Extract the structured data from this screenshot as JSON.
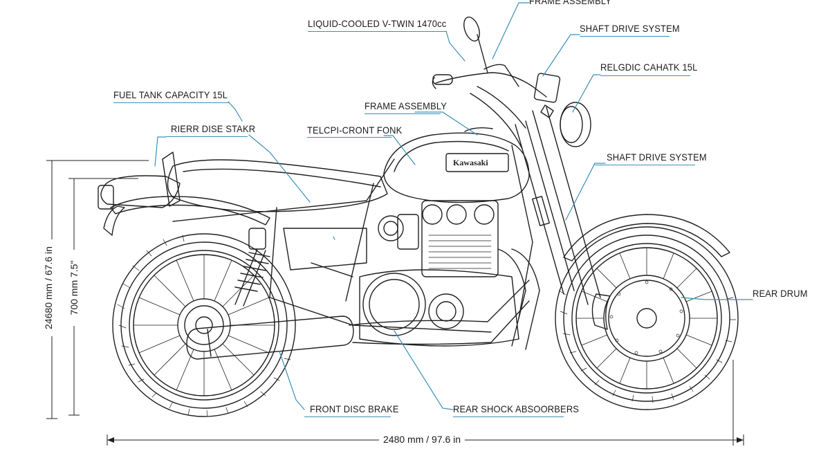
{
  "labels": {
    "frame_assembly_top": "FRAME ASSEMBLY",
    "engine": "LIQUID-COOLED V-TWIN 1470cc",
    "shaft_drive_top": "SHAFT DRIVE SYSTEM",
    "relgdic": "RELGDIC CAHATK 15L",
    "fuel_tank": "FUEL TANK CAPACITY 15L",
    "frame_assembly": "FRAME ASSEMBLY",
    "rier_dise": "RIERR DISE STAKR",
    "telcpi": "TELCPI-CRONT FONK",
    "shaft_drive": "SHAFT DRIVE SYSTEM",
    "rear_drum": "REAR DRUM",
    "front_disc": "FRONT DISC BRAKE",
    "rear_shock": "REAR SHOCK ABSOORBERS"
  },
  "dimensions": {
    "length": "2480 mm / 97.6 in",
    "height_outer": "24680 mm / 67.6 in",
    "height_inner": "700 mm 7.5\""
  },
  "tank_logo": "Kawasaki",
  "colors": {
    "line": "#1f1f1f",
    "leader": "#3a8fb7",
    "background": "#ffffff"
  }
}
